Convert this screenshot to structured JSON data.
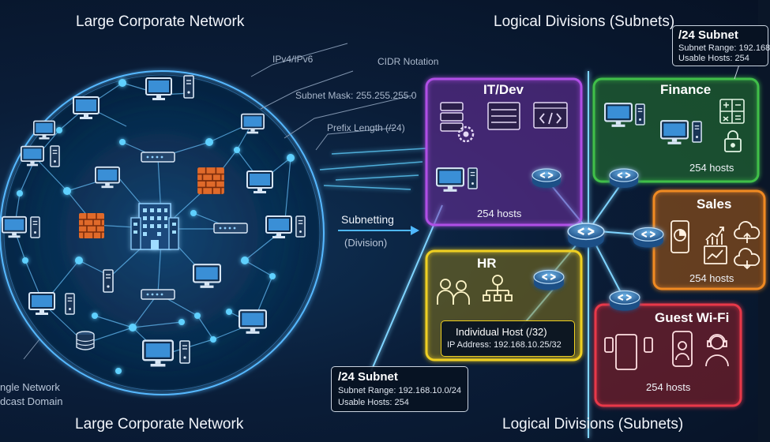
{
  "headings": {
    "top_left": "Large Corporate Network",
    "top_right": "Logical Divisions (Subnets)",
    "bottom_left": "Large Corporate Network",
    "bottom_right": "Logical Divisions (Subnets)"
  },
  "annotations": {
    "ipv": "IPv4/IPv6",
    "cidr": "CIDR Notation",
    "mask": "Subnet Mask: 255.255.255.0",
    "prefix": "Prefix Length (/24)",
    "subnetting": "Subnetting",
    "division": "(Division)",
    "left_line1": "ngle Network",
    "left_line2": "dcast Domain"
  },
  "subnets": {
    "itdev": {
      "name": "IT/Dev",
      "hosts": "254 hosts",
      "color": "#b04fe6"
    },
    "finance": {
      "name": "Finance",
      "hosts": "254 hosts",
      "color": "#3fbf4a"
    },
    "sales": {
      "name": "Sales",
      "hosts": "254 hosts",
      "color": "#f08a24"
    },
    "hr": {
      "name": "HR",
      "hosts": "",
      "color": "#f0d020"
    },
    "guest": {
      "name": "Guest Wi-Fi",
      "hosts": "254 hosts",
      "color": "#e8384a"
    }
  },
  "callouts": {
    "top": {
      "title": "/24 Subnet",
      "range": "Subnet Range: 192.168",
      "usable": "Usable Hosts: 254"
    },
    "bottom": {
      "title": "/24 Subnet",
      "range": "Subnet Range: 192.168.10.0/24",
      "usable": "Usable Hosts: 254"
    },
    "host": {
      "title": "Individual Host (/32)",
      "ip": "IP Address: 192.168.10.25/32"
    }
  },
  "icons": [
    "building-icon",
    "firewall-icon",
    "server-icon",
    "computer-icon",
    "router-icon",
    "switch-icon",
    "laptop-icon",
    "phone-icon",
    "person-icon",
    "org-chart-icon",
    "calculator-icon",
    "lock-icon",
    "chart-icon",
    "cloud-icon",
    "database-icon",
    "code-icon",
    "gear-icon"
  ]
}
